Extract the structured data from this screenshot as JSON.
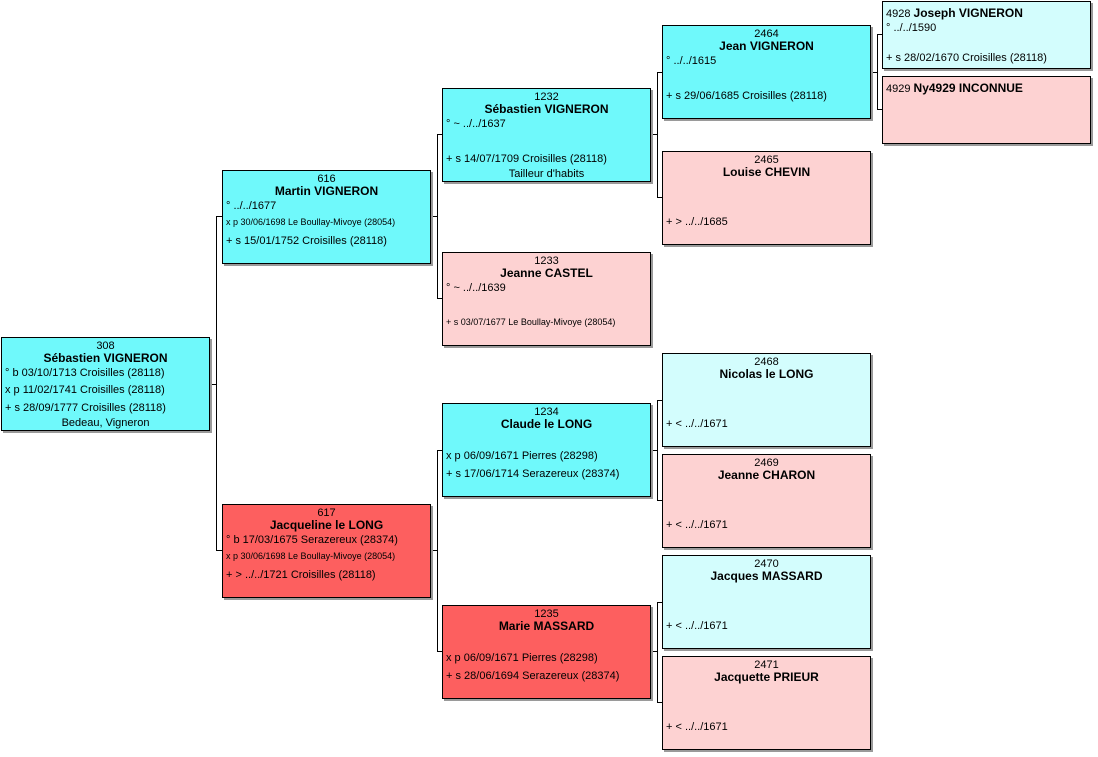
{
  "persons": {
    "p308": {
      "num": "308",
      "name": "Sébastien VIGNERON",
      "birth": "° b 03/10/1713 Croisilles (28118)",
      "marriage": "x p 11/02/1741 Croisilles (28118)",
      "death": "+ s 28/09/1777 Croisilles (28118)",
      "occupation": "Bedeau, Vigneron"
    },
    "p616": {
      "num": "616",
      "name": "Martin VIGNERON",
      "birth": "° ../../1677",
      "marriage": "x p 30/06/1698 Le Boullay-Mivoye (28054)",
      "death": "+ s 15/01/1752 Croisilles (28118)"
    },
    "p617": {
      "num": "617",
      "name": "Jacqueline le LONG",
      "birth": "° b 17/03/1675 Serazereux (28374)",
      "marriage": "x p 30/06/1698 Le Boullay-Mivoye (28054)",
      "death": "+ > ../../1721 Croisilles (28118)"
    },
    "p1232": {
      "num": "1232",
      "name": "Sébastien VIGNERON",
      "birth": "° ~ ../../1637",
      "death": "+ s 14/07/1709 Croisilles (28118)",
      "occupation": "Tailleur d'habits"
    },
    "p1233": {
      "num": "1233",
      "name": "Jeanne CASTEL",
      "birth": "° ~ ../../1639",
      "death": "+ s 03/07/1677 Le Boullay-Mivoye (28054)"
    },
    "p1234": {
      "num": "1234",
      "name": "Claude le LONG",
      "marriage": "x p 06/09/1671 Pierres (28298)",
      "death": "+ s 17/06/1714 Serazereux (28374)"
    },
    "p1235": {
      "num": "1235",
      "name": "Marie MASSARD",
      "marriage": "x p 06/09/1671 Pierres (28298)",
      "death": "+ s 28/06/1694 Serazereux (28374)"
    },
    "p2464": {
      "num": "2464",
      "name": "Jean VIGNERON",
      "birth": "° ../../1615",
      "death": "+ s 29/06/1685 Croisilles (28118)"
    },
    "p2465": {
      "num": "2465",
      "name": "Louise CHEVIN",
      "death": "+ > ../../1685"
    },
    "p2468": {
      "num": "2468",
      "name": "Nicolas le LONG",
      "death": "+ < ../../1671"
    },
    "p2469": {
      "num": "2469",
      "name": "Jeanne CHARON",
      "death": "+ < ../../1671"
    },
    "p2470": {
      "num": "2470",
      "name": "Jacques MASSARD",
      "death": "+ < ../../1671"
    },
    "p2471": {
      "num": "2471",
      "name": "Jacquette PRIEUR",
      "death": "+ < ../../1671"
    },
    "p4928": {
      "num": "4928",
      "name": "Joseph VIGNERON",
      "birth": "° ../../1590",
      "death": "+ s 28/02/1670 Croisilles (28118)"
    },
    "p4929": {
      "num": "4929",
      "name": "Ny4929 INCONNUE"
    }
  },
  "colors": {
    "male_ancestor": "#6ff9fb",
    "male_no_descendant_shown": "#d3fdfd",
    "female_no_descendant_shown": "#fdd2d2",
    "female_ancestor": "#fd5f5f"
  }
}
